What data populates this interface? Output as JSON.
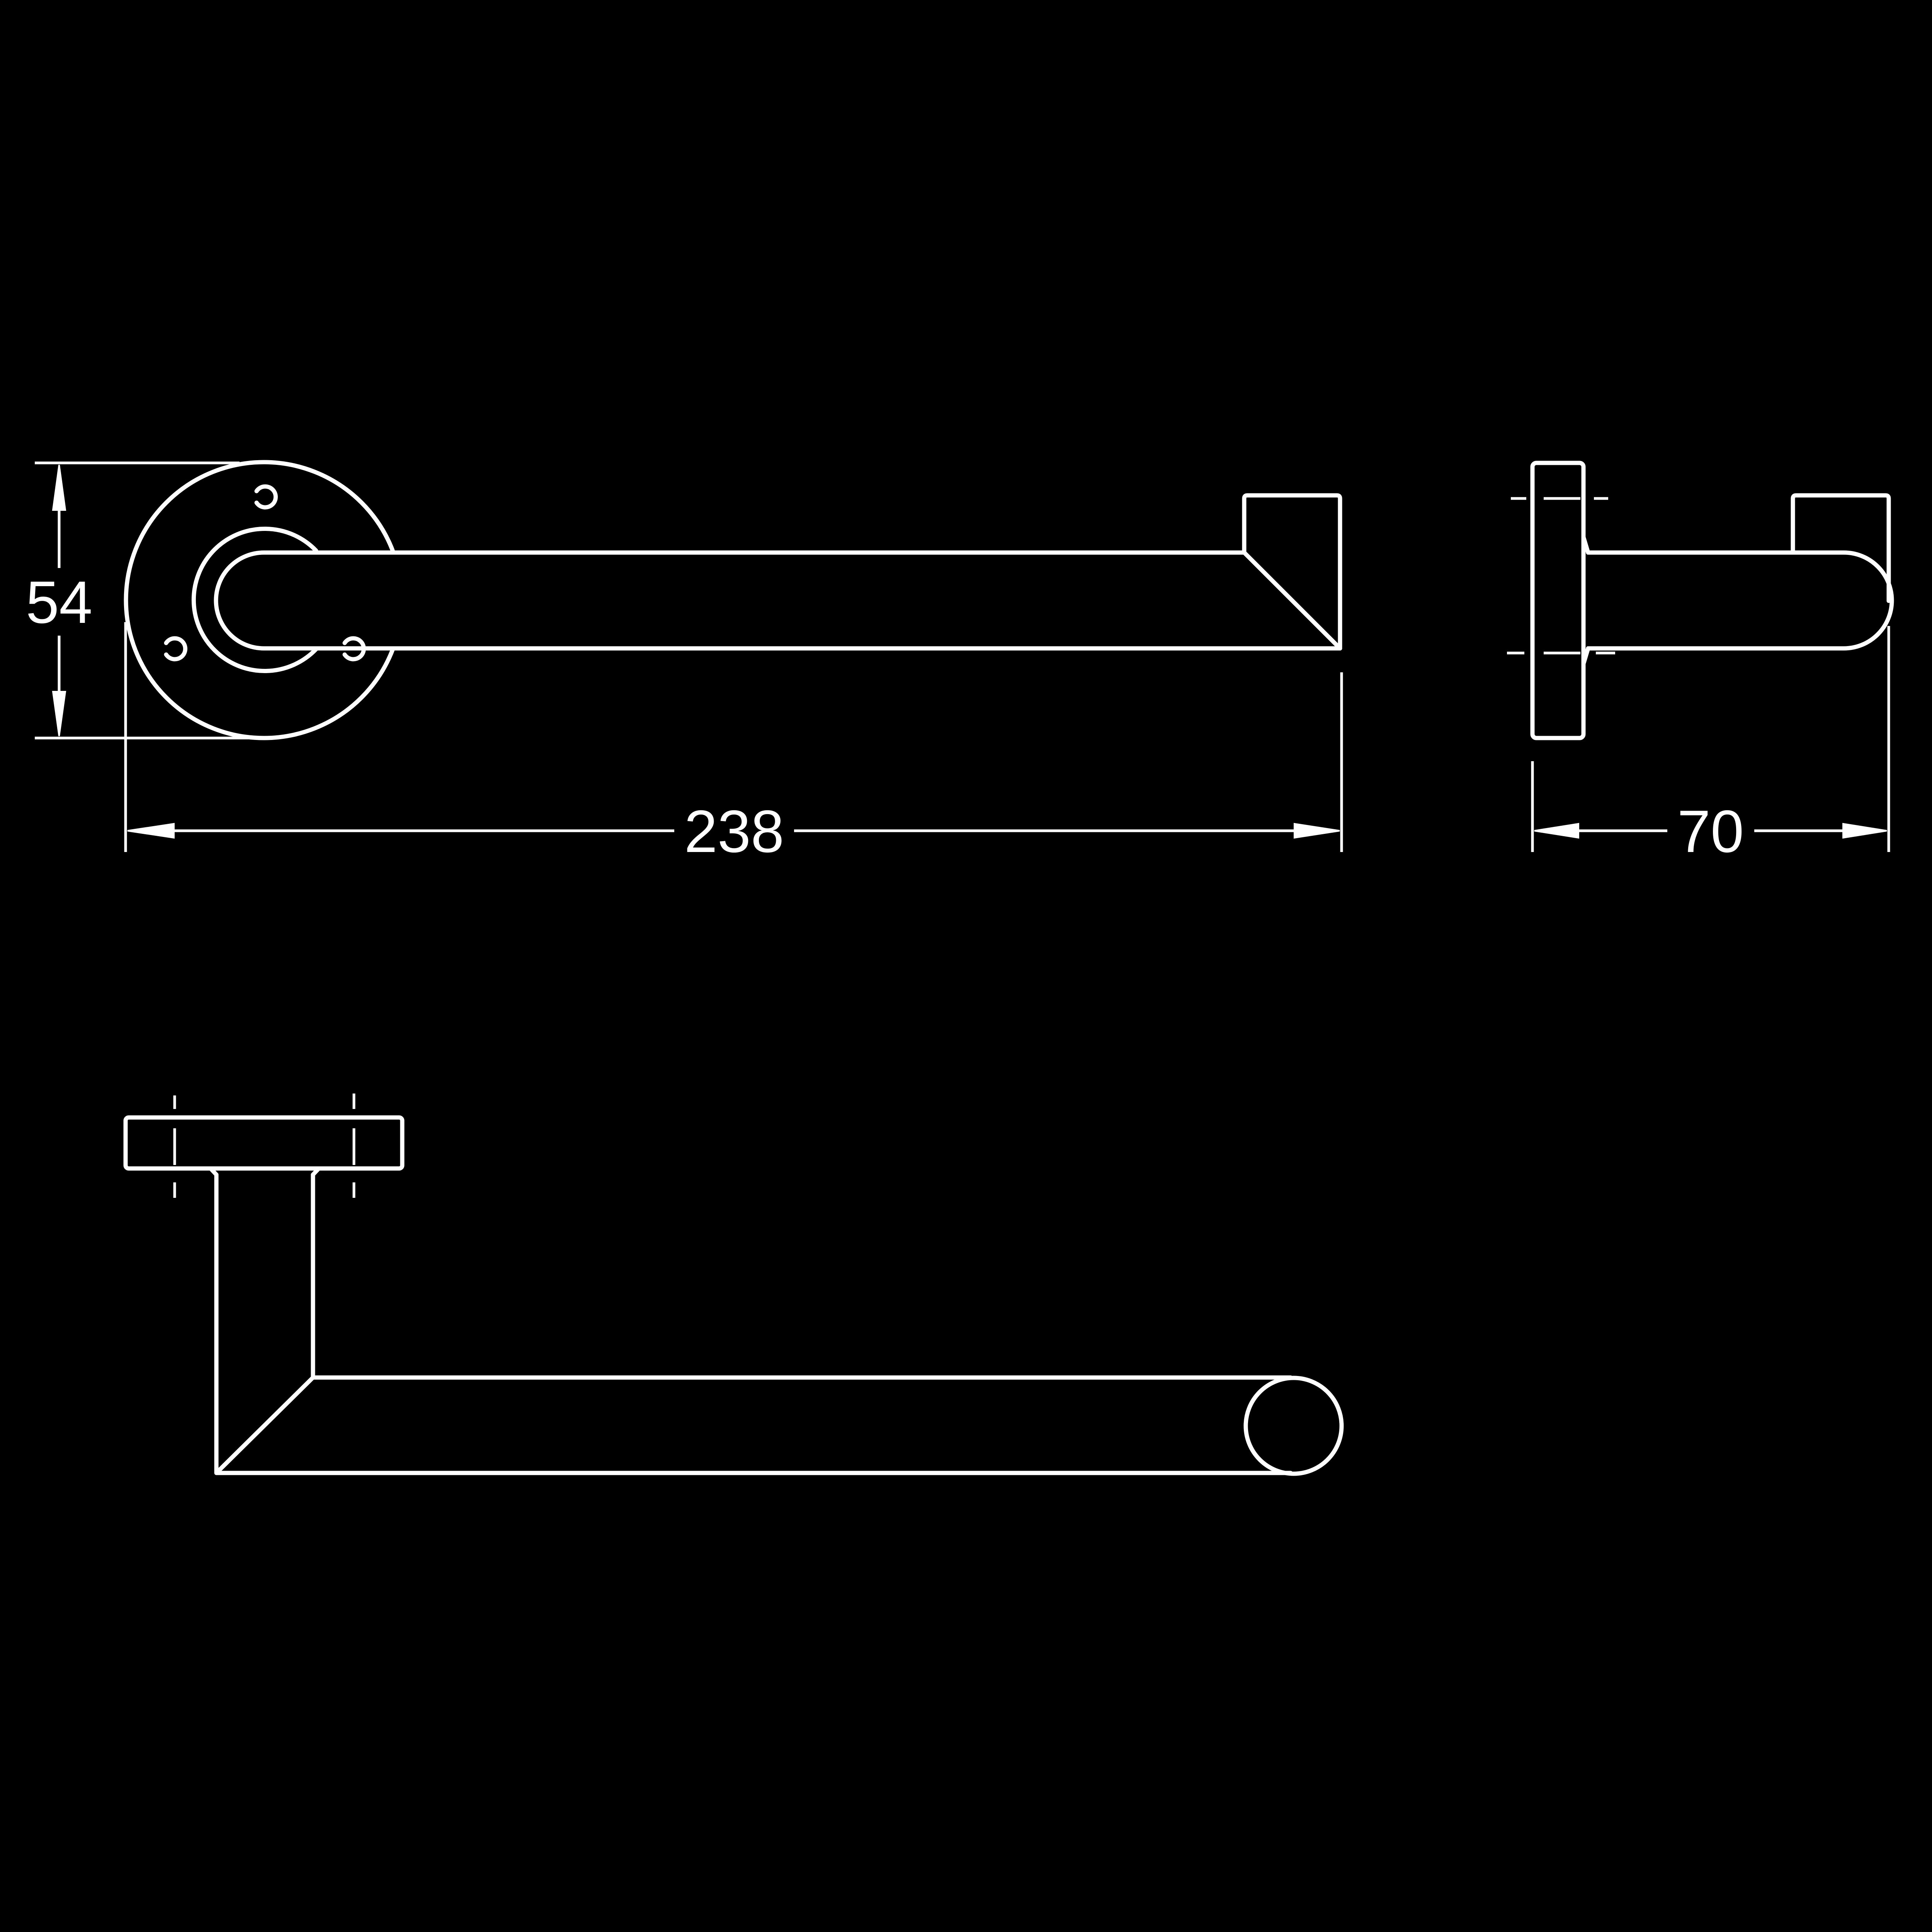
{
  "dimensions": {
    "height_label": "54",
    "length_label": "238",
    "projection_label": "70"
  }
}
